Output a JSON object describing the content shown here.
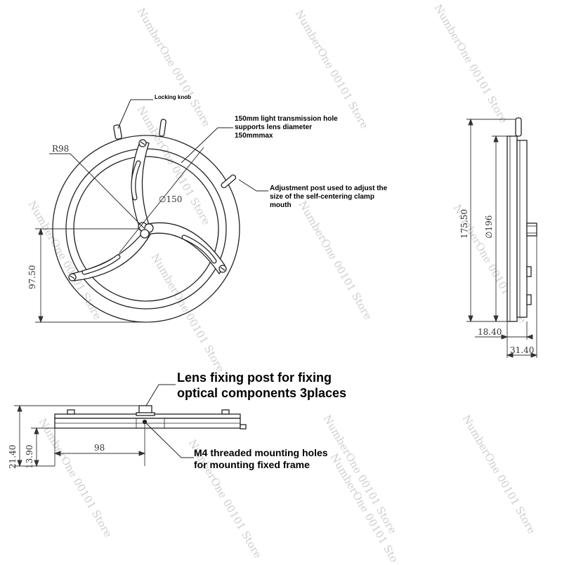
{
  "callouts": {
    "locking_knob": "Locking knob",
    "hole_line1": "150mm light transmission hole",
    "hole_line2": "supports lens diameter",
    "hole_line3": "150mmmax",
    "adjust_line1": "Adjustment post used to adjust the",
    "adjust_line2": "size of the self-centering clamp",
    "adjust_line3": "mouth",
    "lens_post_line1": "Lens fixing post for fixing",
    "lens_post_line2": "optical components 3places",
    "m4_line1": "M4 threaded mounting holes",
    "m4_line2": "for mounting fixed frame"
  },
  "dimensions": {
    "radius": "R98",
    "inner_diameter": "∅150",
    "height_center": "97.50",
    "side_height": "175.50",
    "side_diameter": "∅196",
    "side_thickness": "18.40",
    "side_total": "31.40",
    "bottom_height": "21.40",
    "bottom_plate": "13.90",
    "bottom_width": "98"
  },
  "watermark": "NumberOne 00101 Store",
  "colors": {
    "line": "#222222",
    "dim": "#444444",
    "watermark": "#cfcfcf"
  }
}
